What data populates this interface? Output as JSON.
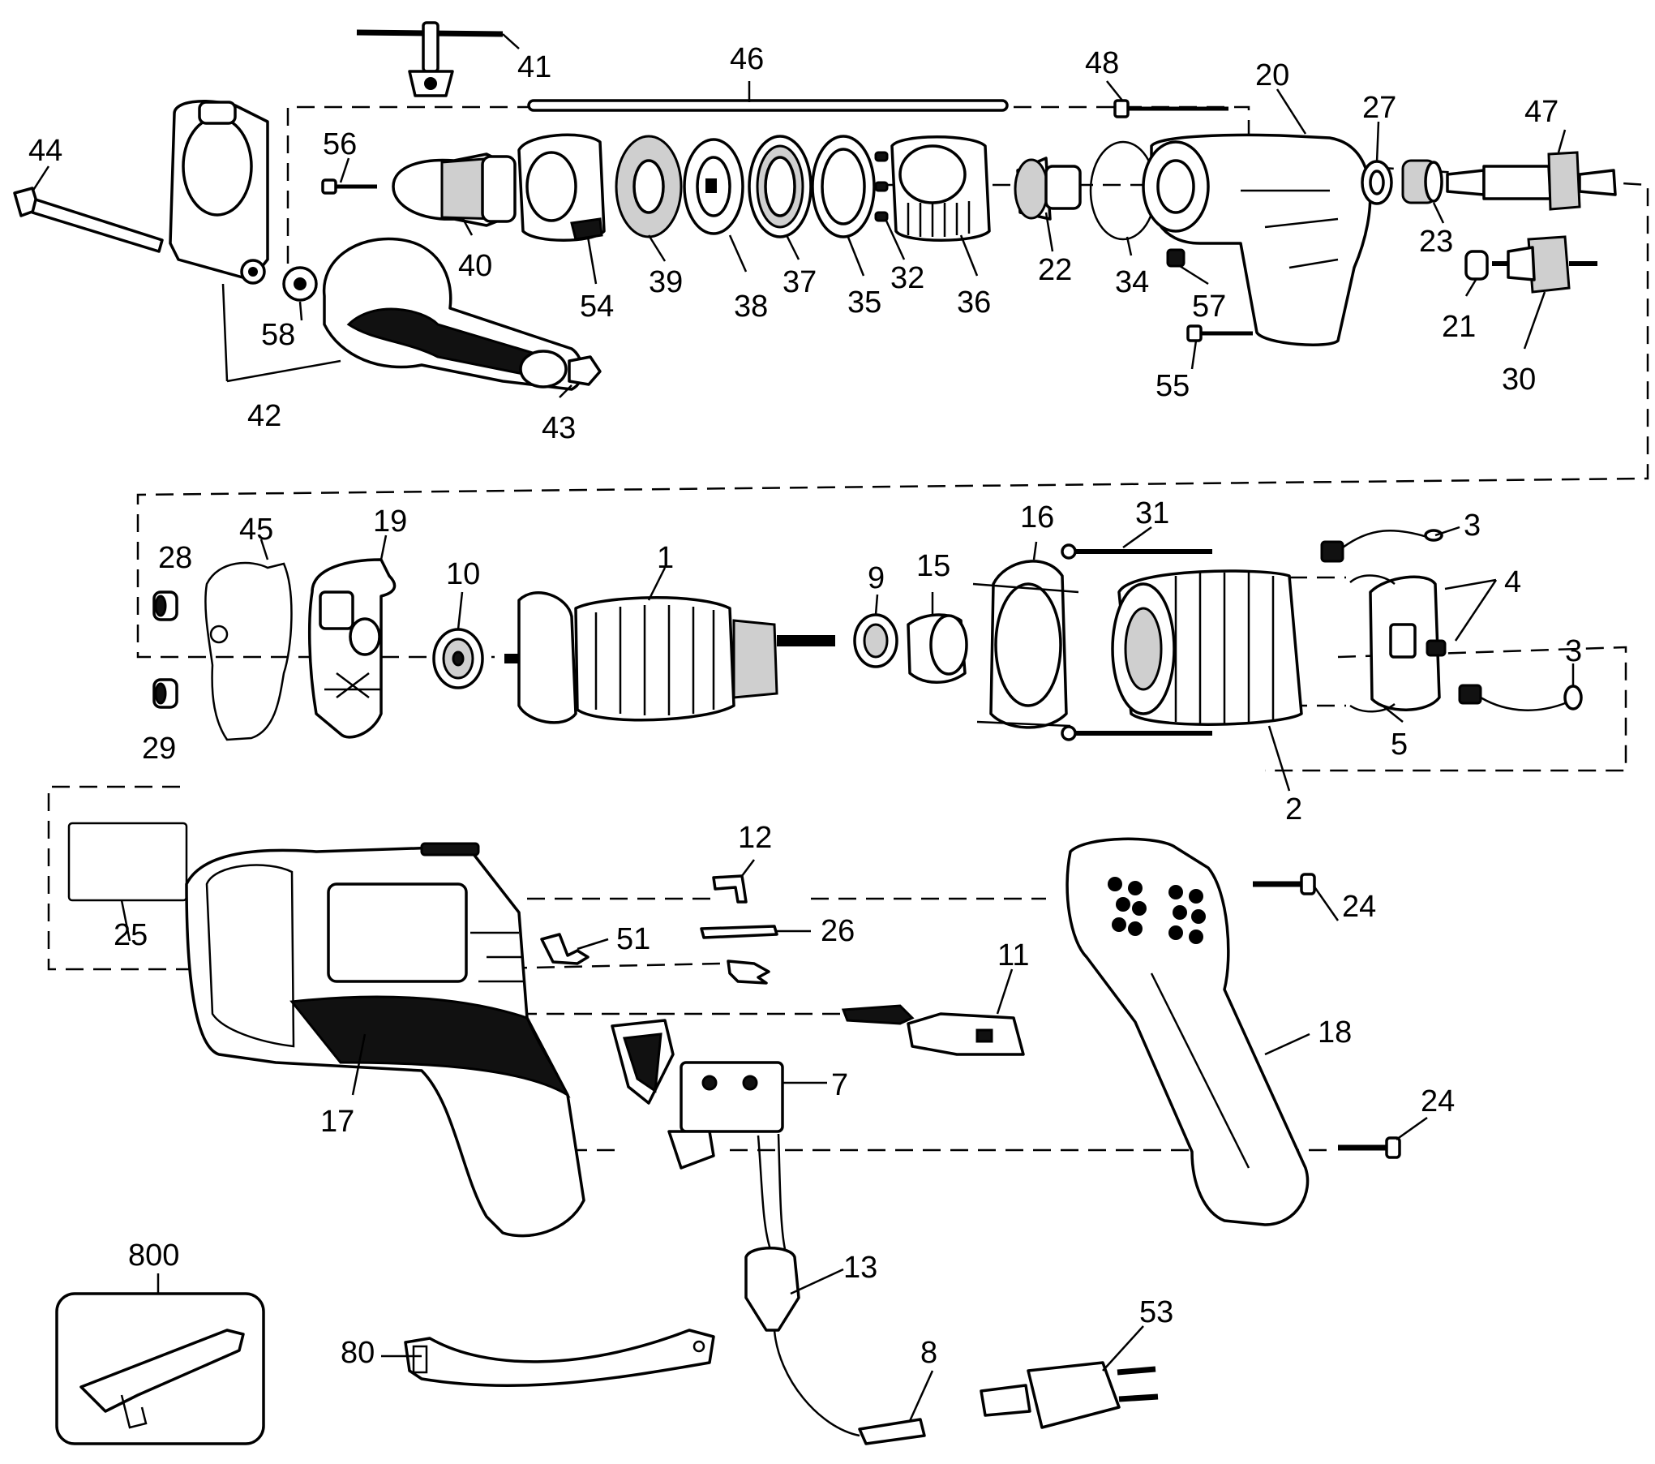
{
  "diagram": {
    "labels": [
      "1",
      "2",
      "3",
      "3",
      "4",
      "5",
      "7",
      "8",
      "9",
      "10",
      "11",
      "12",
      "13",
      "15",
      "16",
      "17",
      "18",
      "19",
      "20",
      "21",
      "22",
      "23",
      "24",
      "24",
      "25",
      "26",
      "27",
      "28",
      "29",
      "30",
      "31",
      "32",
      "34",
      "35",
      "36",
      "37",
      "38",
      "39",
      "40",
      "41",
      "42",
      "43",
      "44",
      "45",
      "46",
      "47",
      "48",
      "51",
      "53",
      "54",
      "55",
      "56",
      "57",
      "58",
      "80",
      "800"
    ]
  }
}
